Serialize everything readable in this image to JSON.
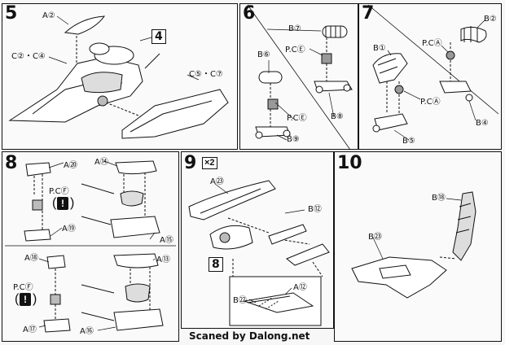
{
  "credit": "Scaned by Dalong.net",
  "step5": {
    "number": "5",
    "labels": {
      "a2": "A②",
      "c2c4": "C②・C④",
      "part_ref": "4",
      "c5c7": "C⑤・C⑦"
    }
  },
  "step6": {
    "number": "6",
    "labels": {
      "b7": "B⑦",
      "b6": "B⑥",
      "pce_top": "P.CⒺ",
      "pce_bottom": "P.CⒺ",
      "b8": "B⑧",
      "b9": "B⑨"
    }
  },
  "step7": {
    "number": "7",
    "labels": {
      "b2": "B②",
      "pca_top": "P.CⒶ",
      "b1": "B①",
      "pca_mid": "P.CⒶ",
      "b4": "B④",
      "b5": "B⑤"
    }
  },
  "step8": {
    "number": "8",
    "labels": {
      "a20": "A⑳",
      "a14": "A⑭",
      "pcf_top": "P.CⒻ",
      "warn_top": "!",
      "a19": "A⑲",
      "a15": "A⑮",
      "a18": "A⑱",
      "a13": "A⑬",
      "pcf_bottom": "P.CⒻ",
      "warn_bottom": "!",
      "a17": "A⑰",
      "a16": "A⑯"
    }
  },
  "step9": {
    "number": "9",
    "multiplier": "×2",
    "labels": {
      "a23": "A㉓",
      "b12": "B⑫",
      "part_ref": "8",
      "a12": "A⑫",
      "b22": "B㉒"
    }
  },
  "step10": {
    "number": "10",
    "labels": {
      "b18": "B⑱",
      "b23": "B㉓"
    }
  }
}
